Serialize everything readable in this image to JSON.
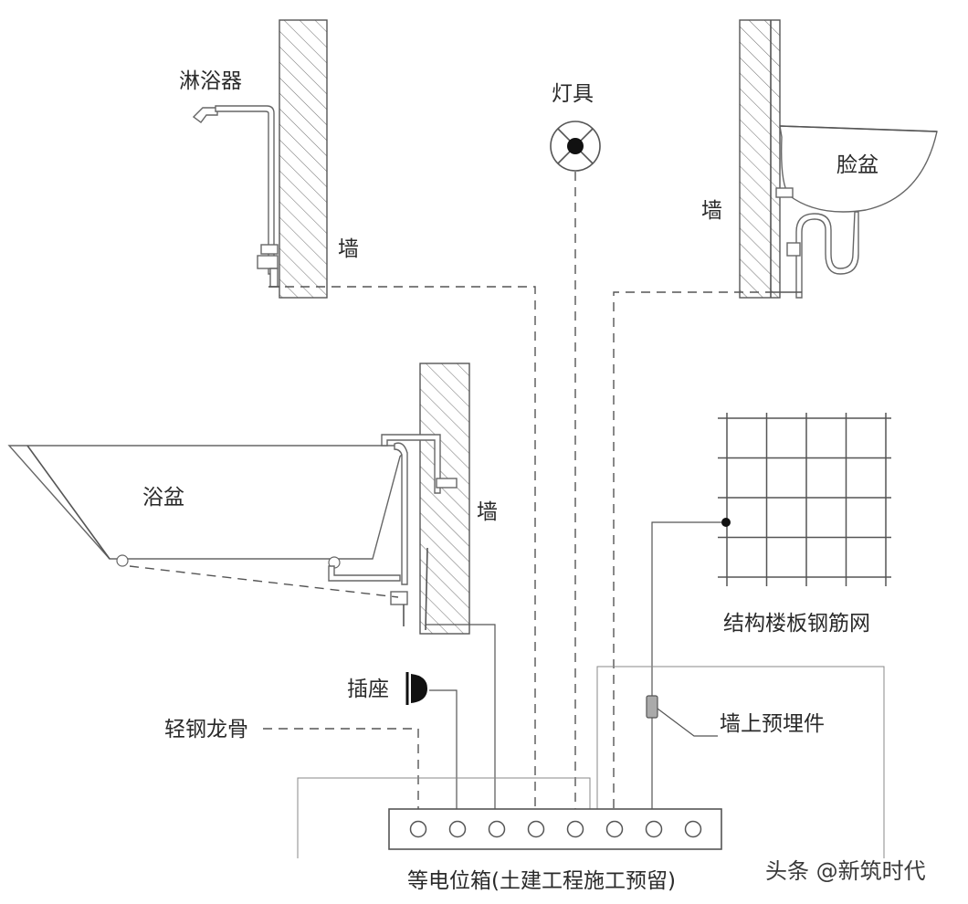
{
  "labels": {
    "shower": "淋浴器",
    "lamp": "灯具",
    "washbasin": "脸盆",
    "wall_1": "墙",
    "wall_2": "墙",
    "wall_3": "墙",
    "bathtub": "浴盆",
    "rebar_mesh": "结构楼板钢筋网",
    "socket": "插座",
    "light_steel_keel": "轻钢龙骨",
    "wall_embedded_part": "墙上预埋件",
    "equipotential_box": "等电位箱(土建工程施工预留)"
  },
  "watermark": "头条 @新筑时代",
  "terminal_count": 8
}
